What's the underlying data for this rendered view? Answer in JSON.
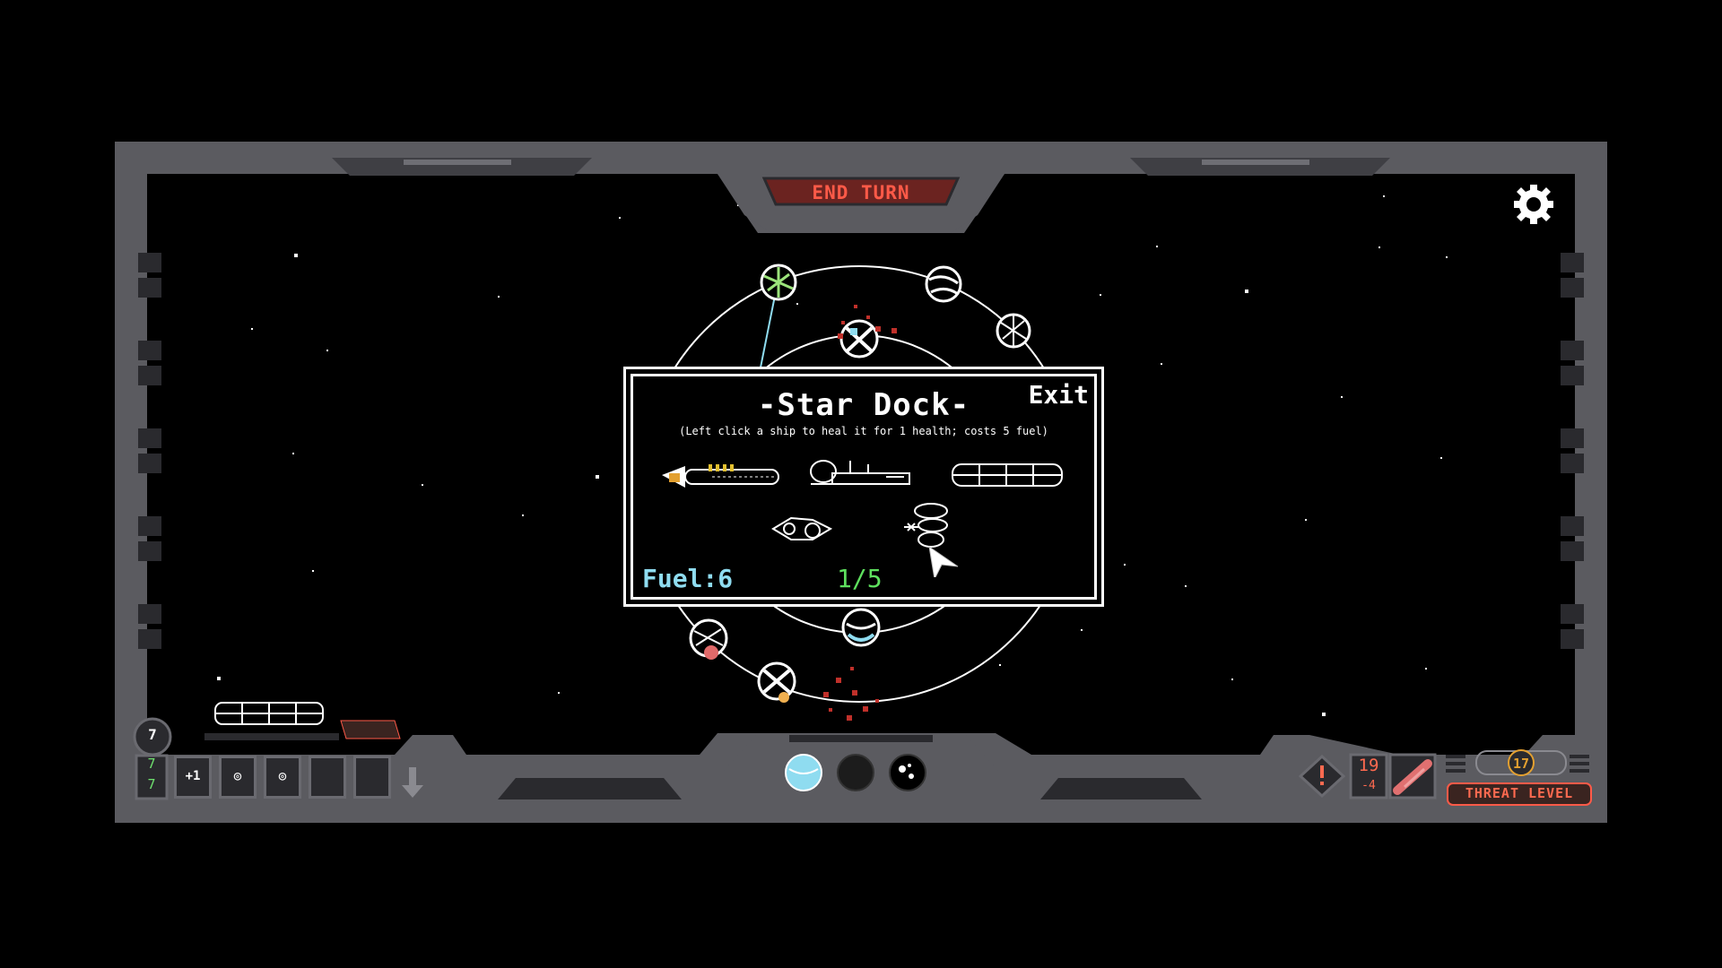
{
  "hud": {
    "end_turn_label": "END TURN",
    "threat_label": "THREAT LEVEL",
    "threat_value": "17",
    "counter_top": "19",
    "counter_bottom": "-4",
    "turn_value": "7",
    "resource_top": "7",
    "resource_bottom": "7",
    "ability_slots": [
      "+1",
      "◎",
      "◎",
      "",
      ""
    ],
    "icons": [
      "gear-icon",
      "alert-icon",
      "down-arrow-icon",
      "rocket-card-icon"
    ]
  },
  "star_dock": {
    "title": "-Star Dock-",
    "subtitle": "(Left click a ship to heal it for 1 health; costs 5 fuel)",
    "exit_label": "Exit",
    "fuel_label": "Fuel:6",
    "count_label": "1/5",
    "ships": [
      "ship-1",
      "ship-2",
      "ship-3",
      "ship-4",
      "ship-5"
    ]
  },
  "colors": {
    "frame": "#5b5b60",
    "frame_dark": "#3a3a3e",
    "accent_red": "#ff5a48",
    "fuel_blue": "#8fdcf0",
    "green": "#5ee05e"
  }
}
